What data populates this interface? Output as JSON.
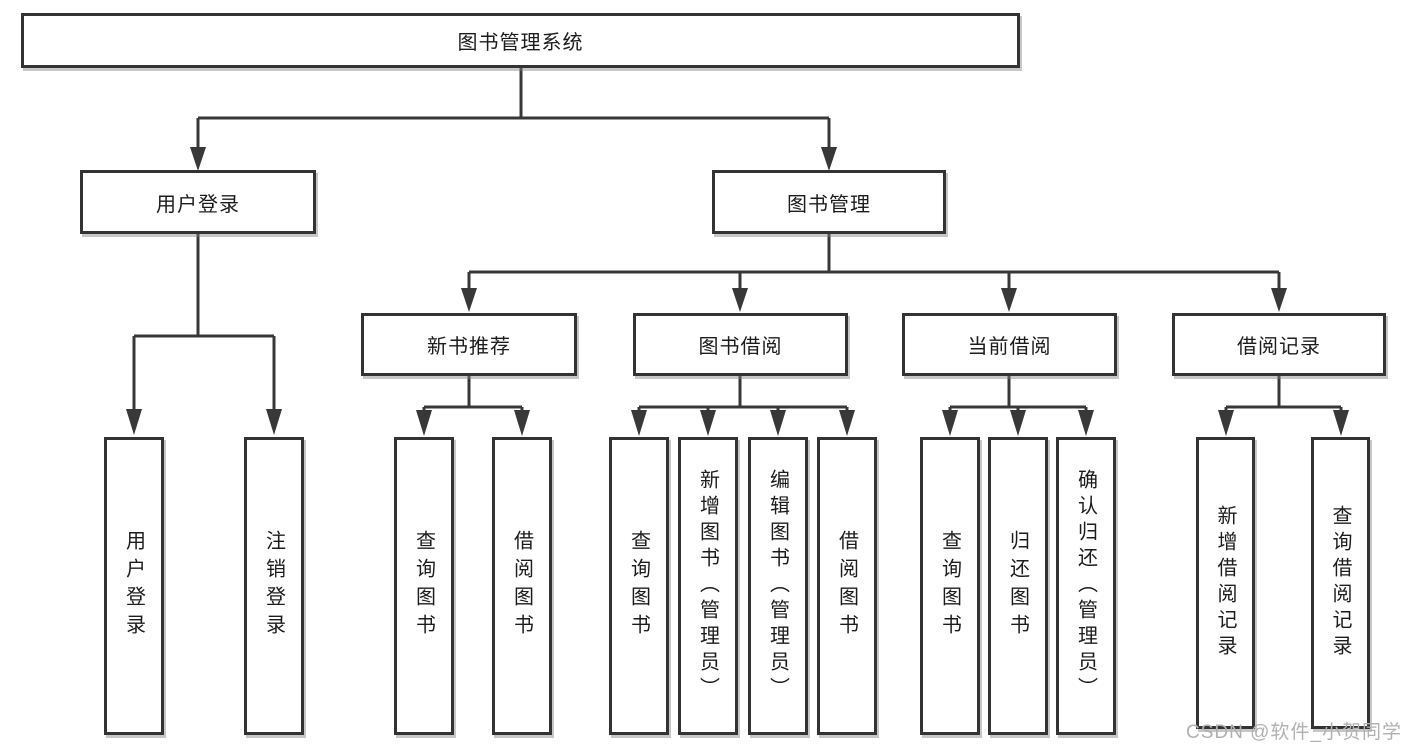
{
  "diagram": {
    "root": "图书管理系统",
    "level2": [
      "用户登录",
      "图书管理"
    ],
    "level3": [
      "新书推荐",
      "图书借阅",
      "当前借阅",
      "借阅记录"
    ],
    "leaves": {
      "user": [
        "用户登录",
        "注销登录"
      ],
      "recommend": [
        "查询图书",
        "借阅图书"
      ],
      "borrow": [
        "查询图书",
        "新增图书（管理员）",
        "编辑图书（管理员）",
        "借阅图书"
      ],
      "current": [
        "查询图书",
        "归还图书",
        "确认归还（管理员）"
      ],
      "records": [
        "新增借阅记录",
        "查询借阅记录"
      ]
    }
  },
  "colors": {
    "line": "#383838",
    "border": "#333333",
    "watermark_text": "#b1b1b1"
  },
  "watermark": "CSDN @软件_小贺同学"
}
